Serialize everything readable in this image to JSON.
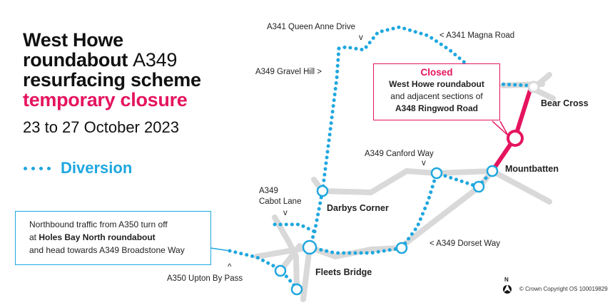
{
  "title": {
    "line1": "West Howe",
    "line2_bold": "roundabout",
    "line2_normal": "A349",
    "line3": "resurfacing scheme",
    "line4": "temporary closure",
    "dates": "23 to 27 October 2023"
  },
  "legend": {
    "diversion_label": "Diversion"
  },
  "closed_box": {
    "heading": "Closed",
    "line1": "West Howe roundabout",
    "line2": "and adjacent sections of",
    "line3": "A348 Ringwod Road"
  },
  "note_box": {
    "line1": "Northbound traffic from A350 turn off",
    "line2_prefix": "at ",
    "line2_bold": "Holes Bay North roundabout",
    "line3": "and head towards A349 Broadstone Way"
  },
  "labels": {
    "queen_anne": "A341 Queen Anne Drive",
    "queen_anne_arrow": "v",
    "magna_road": "< A341 Magna Road",
    "gravel_hill": "A349 Gravel Hill >",
    "bear_cross": "Bear Cross",
    "canford_way": "A349 Canford Way",
    "canford_arrow": "v",
    "mountbatten": "Mountbatten",
    "cabot_lane_1": "A349",
    "cabot_lane_2": "Cabot Lane",
    "cabot_arrow": "v",
    "darbys_corner": "Darbys Corner",
    "dorset_way": "< A349 Dorset Way",
    "upton_arrow": "^",
    "upton": "A350  Upton By Pass",
    "fleets_bridge": "Fleets Bridge",
    "north": "N",
    "copyright": "© Crown Copyright OS 100019829"
  },
  "colors": {
    "diversion": "#1ea7df",
    "closed": "#e5145f",
    "road": "#d9d9d9"
  }
}
